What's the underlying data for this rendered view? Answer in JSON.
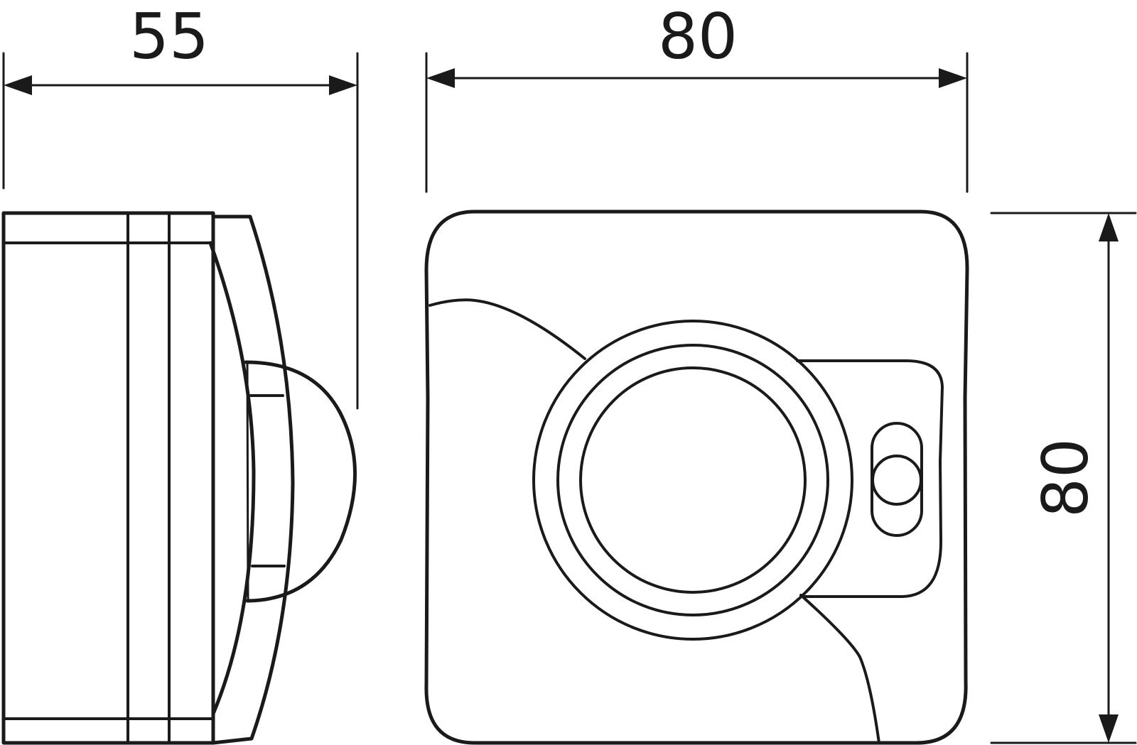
{
  "dimensions": {
    "side_width": "55",
    "front_width": "80",
    "front_height": "80"
  },
  "colors": {
    "line": "#1a1a1a",
    "background": "#ffffff"
  }
}
